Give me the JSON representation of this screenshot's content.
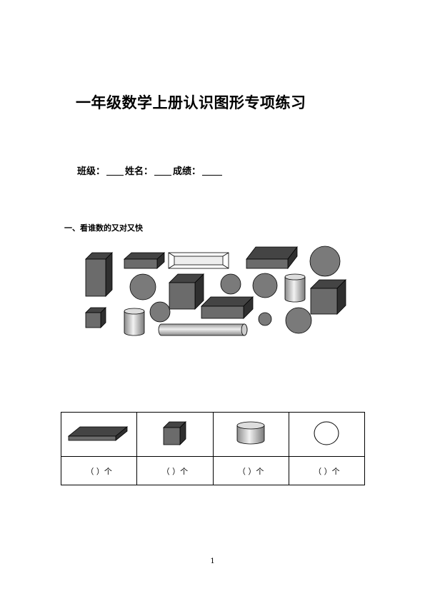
{
  "title": "一年级数学上册认识图形专项练习",
  "info": {
    "class_label": "班级：",
    "name_label": "姓名：",
    "score_label": "成绩："
  },
  "section1": {
    "heading": "一、看谁数的又对又快"
  },
  "shapes": [
    {
      "type": "cuboid",
      "name": "tall-cuboid-icon"
    },
    {
      "type": "cuboid",
      "name": "flat-cuboid-icon"
    },
    {
      "type": "cuboid",
      "name": "flat-slab-outline-icon"
    },
    {
      "type": "cuboid",
      "name": "wide-flat-cuboid-icon"
    },
    {
      "type": "circle",
      "name": "circle-icon"
    },
    {
      "type": "circle",
      "name": "circle-icon"
    },
    {
      "type": "cube",
      "name": "cube-icon"
    },
    {
      "type": "circle",
      "name": "circle-icon"
    },
    {
      "type": "circle",
      "name": "circle-icon"
    },
    {
      "type": "cylinder",
      "name": "cylinder-icon"
    },
    {
      "type": "cube",
      "name": "cube-icon"
    },
    {
      "type": "cube",
      "name": "small-cube-icon"
    },
    {
      "type": "cylinder",
      "name": "cylinder-icon"
    },
    {
      "type": "circle",
      "name": "circle-icon"
    },
    {
      "type": "cuboid",
      "name": "flat-cuboid-icon"
    },
    {
      "type": "circle",
      "name": "small-circle-icon"
    },
    {
      "type": "circle",
      "name": "circle-icon"
    },
    {
      "type": "cylinder",
      "name": "long-cylinder-icon"
    }
  ],
  "answer_table": {
    "columns": [
      {
        "icon": "cuboid-icon",
        "count_text": "（  ）个"
      },
      {
        "icon": "cube-icon",
        "count_text": "（  ）个"
      },
      {
        "icon": "cylinder-icon",
        "count_text": "（  ）个"
      },
      {
        "icon": "circle-icon",
        "count_text": "（  ）个"
      }
    ]
  },
  "page_number": "1",
  "colors": {
    "shape_dark": "#444444",
    "shape_mid": "#6b6b6b",
    "shape_side": "#2f2f2f",
    "circle_fill": "#7a7a7a"
  }
}
